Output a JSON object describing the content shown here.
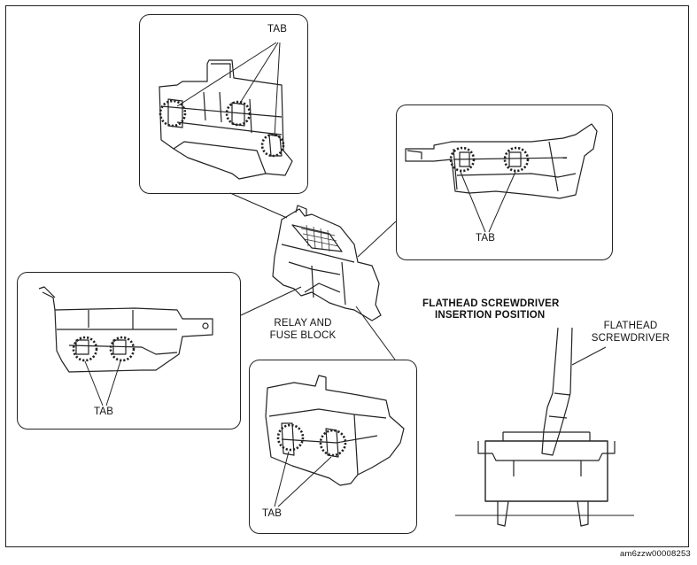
{
  "labels": {
    "tab": "TAB",
    "relay_line1": "RELAY AND",
    "relay_line2": "FUSE BLOCK",
    "insertion_line1": "FLATHEAD SCREWDRIVER",
    "insertion_line2": "INSERTION POSITION",
    "screwdriver_line1": "FLATHEAD",
    "screwdriver_line2": "SCREWDRIVER",
    "figure_code": "am6zzw00008253"
  }
}
